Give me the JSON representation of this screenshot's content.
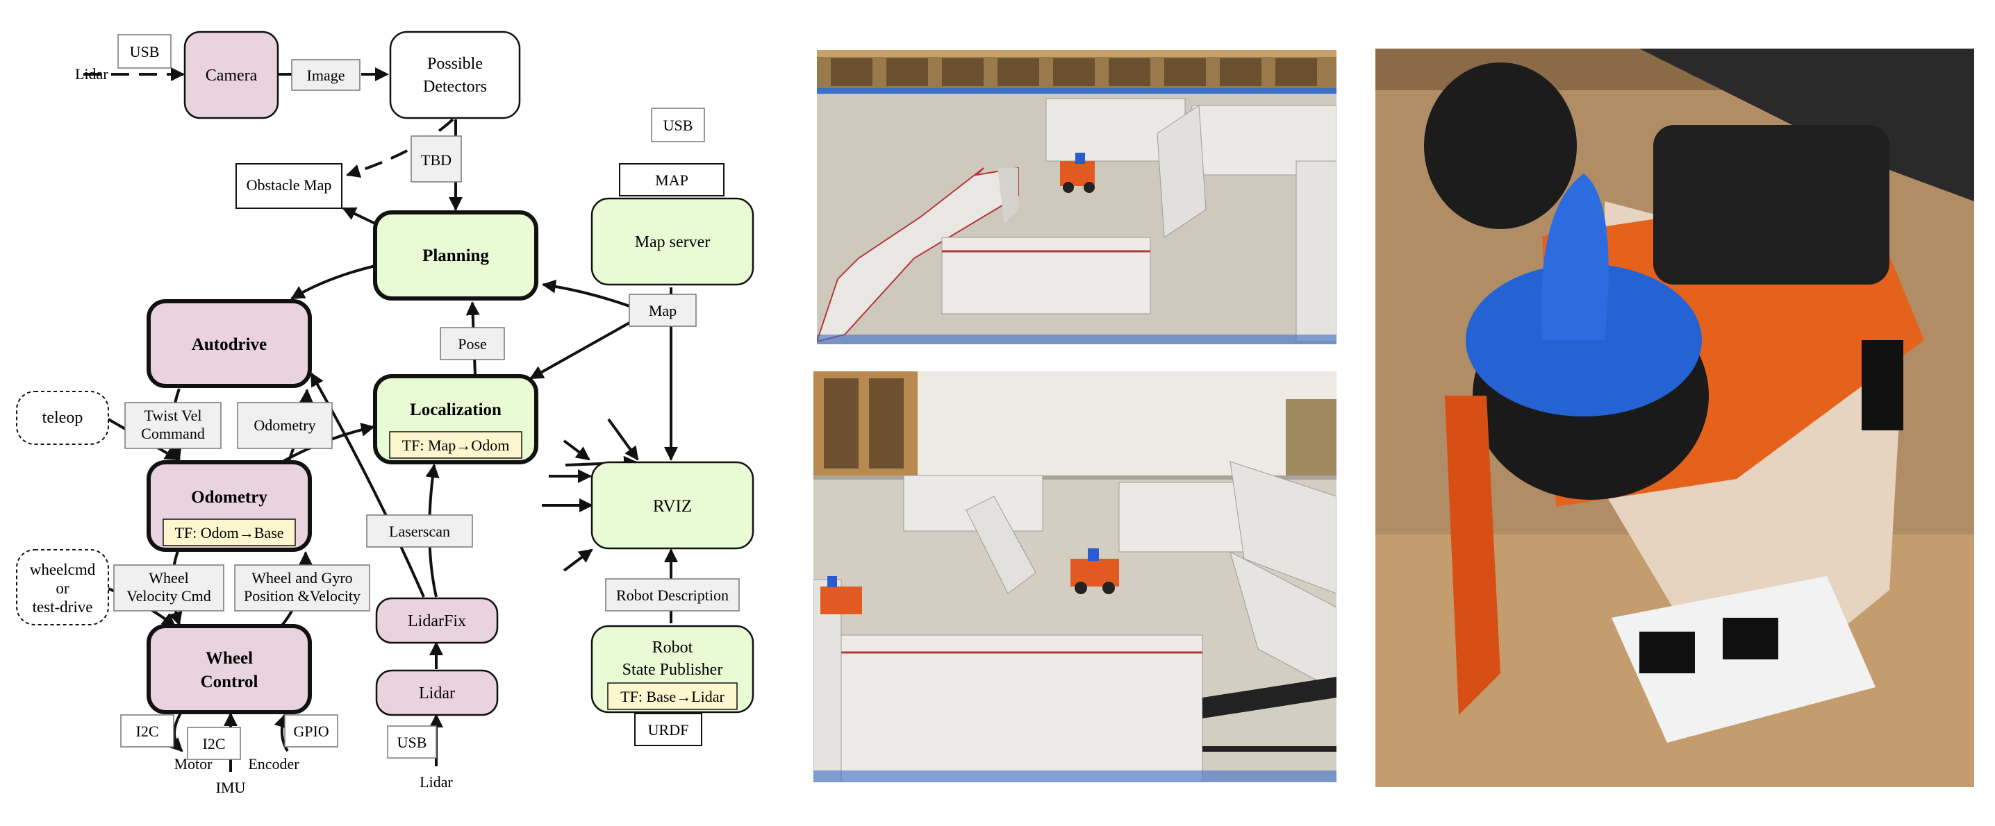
{
  "diagram": {
    "nodes": {
      "camera": "Camera",
      "possible_detectors": [
        "Possible",
        "Detectors"
      ],
      "obstacle_map": "Obstacle Map",
      "planning": "Planning",
      "map_server": "Map server",
      "map_file": "MAP",
      "autodrive": "Autodrive",
      "localization": "Localization",
      "localization_tf": "TF: Map→Odom",
      "teleop": "teleop",
      "odometry": "Odometry",
      "odometry_tf": "TF: Odom→Base",
      "rviz": "RVIZ",
      "wheelcmd": [
        "wheelcmd",
        "or",
        "test-drive"
      ],
      "wheel_control": [
        "Wheel",
        "Control"
      ],
      "lidarfix": "LidarFix",
      "lidar": "Lidar",
      "robot_state_publisher": [
        "Robot",
        "State Publisher"
      ],
      "rsp_tf": "TF: Base→Lidar",
      "urdf": "URDF"
    },
    "edge_labels": {
      "usb_camera": "USB",
      "usb_map": "USB",
      "usb_lidar": "USB",
      "image": "Image",
      "tbd": "TBD",
      "map": "Map",
      "pose": "Pose",
      "twist_vel": [
        "Twist Vel",
        "Command"
      ],
      "odometry_edge": "Odometry",
      "laserscan": "Laserscan",
      "wheel_velocity": [
        "Wheel",
        "Velocity Cmd"
      ],
      "wheel_gyro": [
        "Wheel and Gyro",
        "Position &Velocity"
      ],
      "robot_description": "Robot Description",
      "i2c_left": "I2C",
      "i2c_mid": "I2C",
      "gpio": "GPIO"
    },
    "free_text": {
      "lidar_top": "Lidar",
      "lidar_bottom": "Lidar",
      "motor": "Motor",
      "encoder": "Encoder",
      "imu": "IMU"
    },
    "colors": {
      "pink": "#e9d3de",
      "green": "#e9fbd4",
      "yellow": "#fdf6cf",
      "label_gray": "#f0f0f0",
      "ink": "#111111"
    }
  },
  "photos": {
    "maze_top": "photo-of-box-maze-with-robot-car",
    "maze_bottom": "photo-of-box-maze-with-two-robot-cars",
    "robot": "photo-of-robot-with-lidar-closeup"
  }
}
